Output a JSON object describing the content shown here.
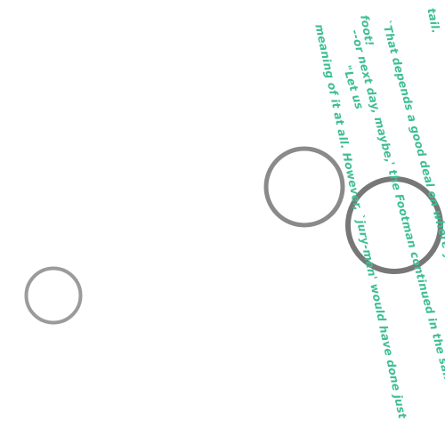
{
  "colors": {
    "background": "#ffffff",
    "text": "#3fbf93",
    "circle_small": "#9b9b9b",
    "circle_middle": "#8a8a8a",
    "circle_large": "#777777"
  },
  "text_lines": [
    "tail.",
    "`That depends a good deal on where you want to get to,",
    "foot!",
    "--or next day, maybe,' the Footman continued in the same tone,",
    "\"Let us",
    "meaning of it at all. However, `jury-men' would have done just"
  ]
}
